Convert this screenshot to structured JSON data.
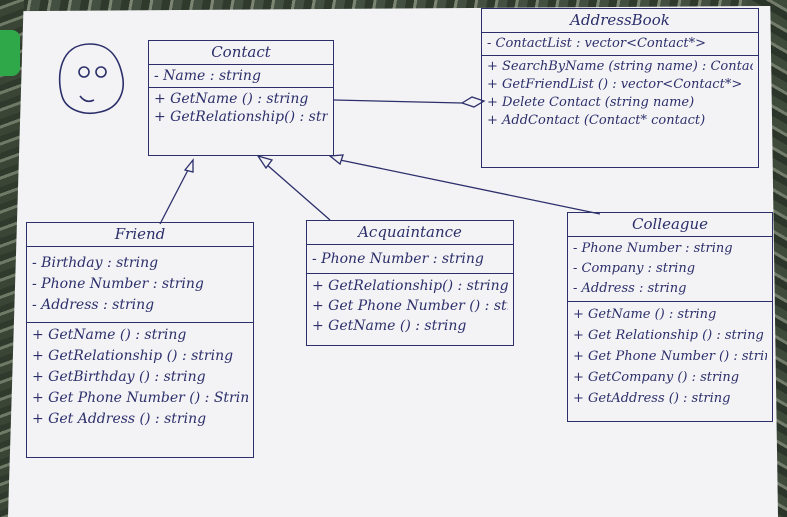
{
  "classes": {
    "contact": {
      "name": "Contact",
      "attributes": [
        "- Name : string"
      ],
      "methods": [
        "+ GetName () : string",
        "+ GetRelationship() : string"
      ]
    },
    "address_book": {
      "name": "AddressBook",
      "attributes": [
        "- ContactList : vector<Contact*>"
      ],
      "methods": [
        "+ SearchByName (string name) : Contact*",
        "+ GetFriendList () : vector<Contact*>",
        "+ Delete Contact (string name)",
        "+ AddContact (Contact* contact)"
      ]
    },
    "friend": {
      "name": "Friend",
      "attributes": [
        "- Birthday : string",
        "- Phone Number : string",
        "- Address : string"
      ],
      "methods": [
        "+ GetName () : string",
        "+ GetRelationship () : string",
        "+ GetBirthday () : string",
        "+ Get Phone Number () : String",
        "+ Get Address () : string"
      ]
    },
    "acquaintance": {
      "name": "Acquaintance",
      "attributes": [
        "- Phone Number : string"
      ],
      "methods": [
        "+ GetRelationship() : string",
        "+ Get Phone Number () : string",
        "+ GetName () : string"
      ]
    },
    "colleague": {
      "name": "Colleague",
      "attributes": [
        "- Phone Number : string",
        "- Company : string",
        "- Address : string"
      ],
      "methods": [
        "+ GetName () : string",
        "+ Get Relationship () : string",
        "+ Get Phone Number () : string",
        "+ GetCompany () : string",
        "+ GetAddress () : string"
      ]
    }
  },
  "colors": {
    "ink": "#2c2f6a",
    "paper": "#f3f3f6"
  }
}
